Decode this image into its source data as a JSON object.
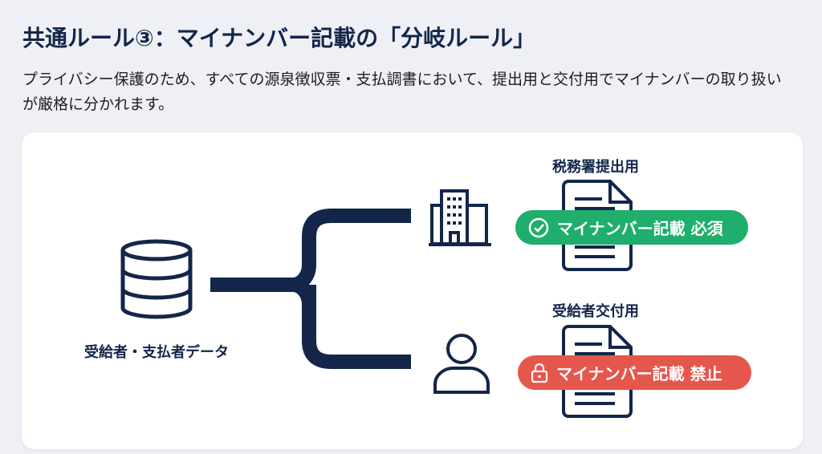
{
  "header": {
    "title": "共通ルール③：マイナンバー記載の「分岐ルール」",
    "description": "プライバシー保護のため、すべての源泉徴収票・支払調書において、提出用と交付用でマイナンバーの取り扱いが厳格に分かれます。"
  },
  "diagram": {
    "source_label": "受給者・支払者データ",
    "branches": [
      {
        "label": "税務署提出用",
        "badge": "マイナンバー記載 必須",
        "badge_icon": "check-circle-icon",
        "color": "#1fae6b",
        "recipient_icon": "building-icon"
      },
      {
        "label": "受給者交付用",
        "badge": "マイナンバー記載 禁止",
        "badge_icon": "lock-icon",
        "color": "#e5564d",
        "recipient_icon": "person-icon"
      }
    ],
    "line_color": "#13264a"
  }
}
